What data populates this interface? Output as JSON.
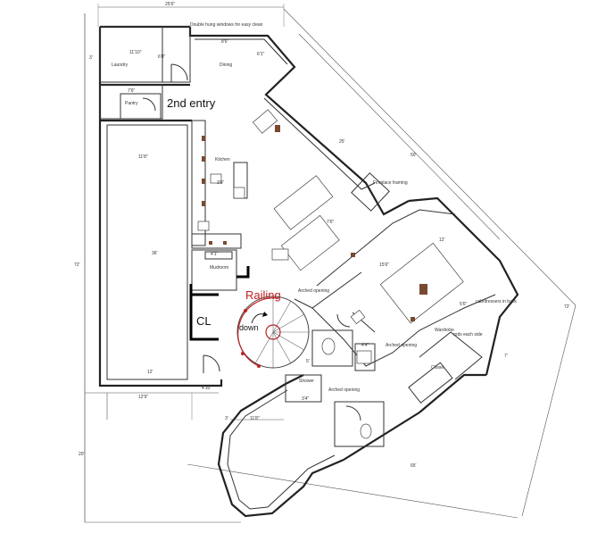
{
  "plan": {
    "rooms": {
      "laundry": "Laundry",
      "pantry": "Pantry",
      "dining": "Dining",
      "kitchen": "Kitchen",
      "mudroom": "Mudroom",
      "shower": "Shower",
      "wardrobe": "Wardrobe",
      "closet": "Closet"
    },
    "notes": {
      "windows": "Double hung windows for easy clean",
      "fireplace": "Fireplace framing",
      "arched_opening_1": "Arched opening",
      "arched_opening_2": "Arched opening",
      "arched_opening_3": "Arched opening",
      "cabinets": "cab/dressers in back",
      "wardrobe_rods": "rods each side"
    },
    "annotations": {
      "second_entry": "2nd entry",
      "railing": "Railing",
      "cl": "CL",
      "down": "down"
    },
    "dimensions": {
      "overall_width": "25'6\"",
      "overall_height": "72'",
      "laundry_width": "11'10\"",
      "laundry_depth": "6'8\"",
      "pantry": "7'6\"",
      "dining": "8'6\"",
      "dining_diag": "6'1\"",
      "kitchen_width": "11'8\"",
      "kitchen_island": "3'6\"",
      "main_depth": "36'",
      "bottom_12": "12'",
      "bottom_width": "12'9\"",
      "small_4": "4'10\"",
      "left_20": "20'",
      "left_3": "3'",
      "diag_25": "25'",
      "diag_50": "50'",
      "diag_72": "72'",
      "diag_65": "65'",
      "diag_12": "12'",
      "diag_7": "7'",
      "island_7": "7'6\"",
      "wardrobe_dim": "5'6\"",
      "bay_width": "11'8\"",
      "stair_dim": "5'",
      "cabinet_dim": "3'",
      "closet_dim": "3'4\"",
      "bath_dim": "4'4\"",
      "mud_dim": "4'1\"",
      "bedroom_dim": "15'6\""
    },
    "colors": {
      "wall": "#222222",
      "annotation_red": "#c02020",
      "furniture_object": "#7a4a30"
    }
  }
}
